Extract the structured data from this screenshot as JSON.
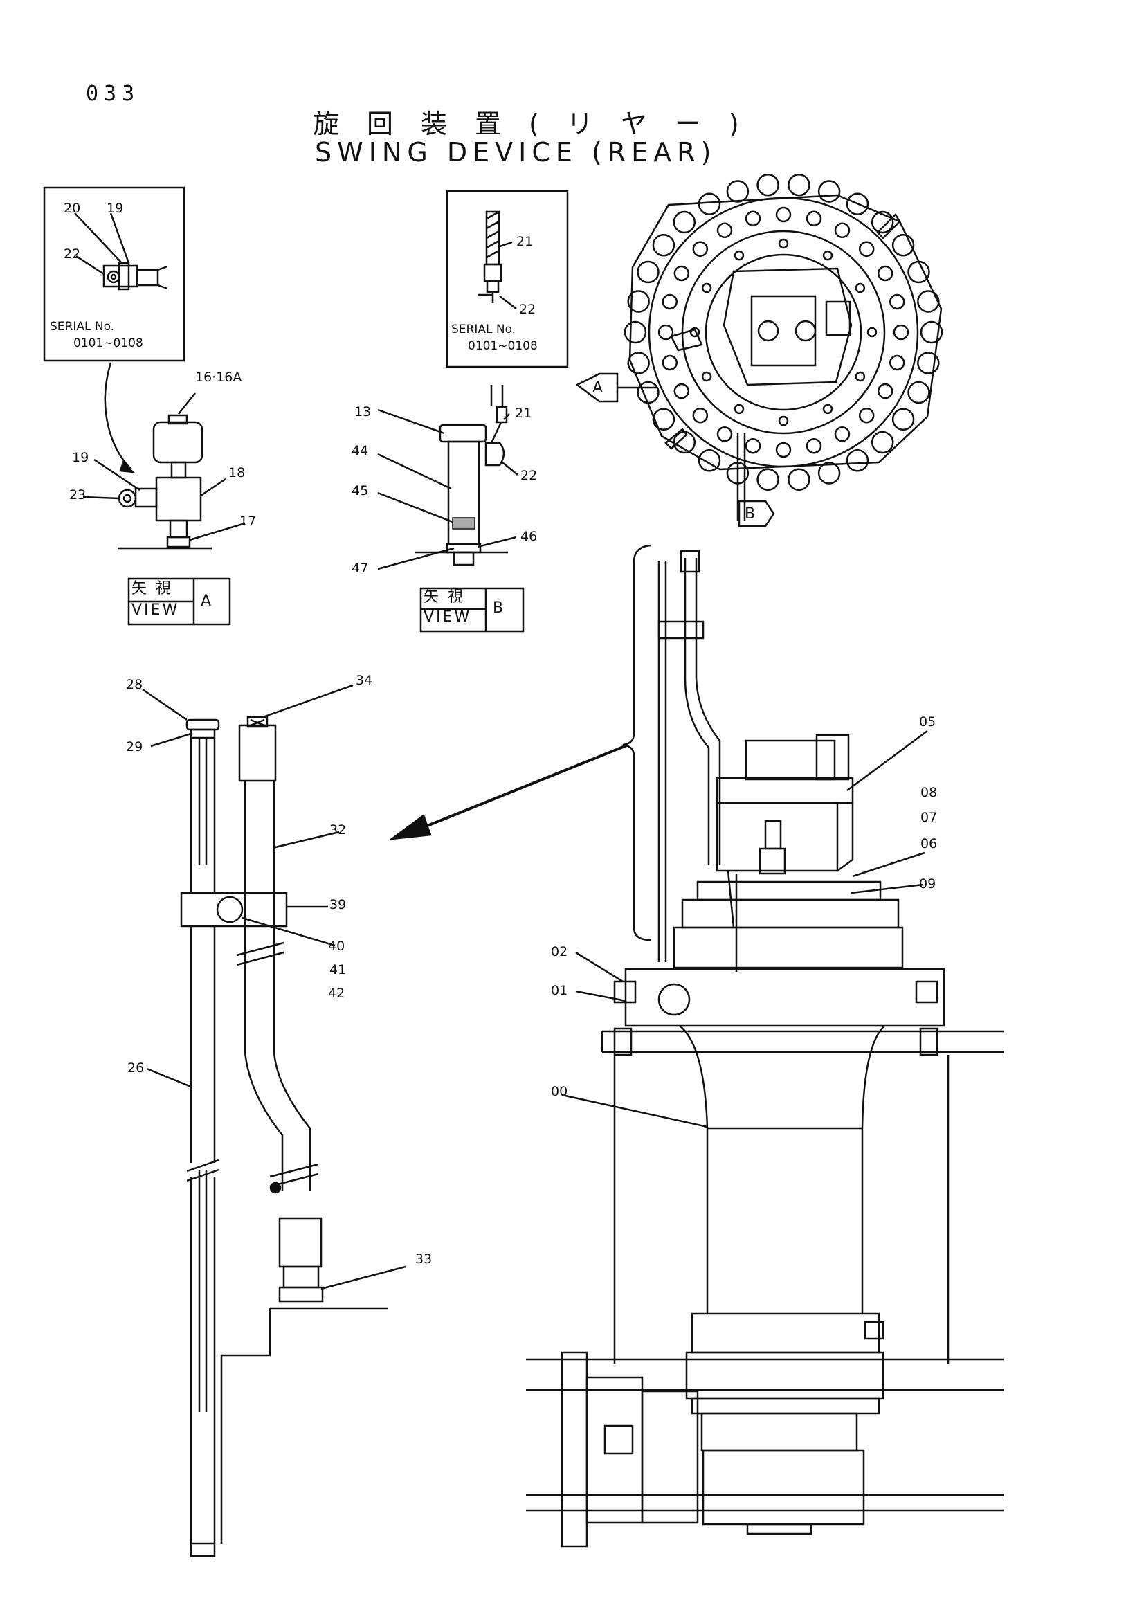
{
  "header": {
    "page_no": "033",
    "title_jp": "旋回装置(リヤー)",
    "title_en": "SWING DEVICE (REAR)"
  },
  "inset_a": {
    "serial_line1": "SERIAL No.",
    "serial_line2": "0101~0108"
  },
  "inset_b": {
    "serial_line1": "SERIAL No.",
    "serial_line2": "0101~0108"
  },
  "views": {
    "a": {
      "jp": "矢 視",
      "en": "VIEW",
      "letter": "A"
    },
    "b": {
      "jp": "矢 視",
      "en": "VIEW",
      "letter": "B"
    }
  },
  "arrows": {
    "a": "A",
    "b": "B"
  },
  "callouts": {
    "c20": "20",
    "c19_top": "19",
    "c22_top": "22",
    "c16": "16·16A",
    "c19": "19",
    "c23": "23",
    "c18": "18",
    "c17": "17",
    "c21_top": "21",
    "c22_b_top": "22",
    "c13": "13",
    "c21": "21",
    "c44": "44",
    "c22_b": "22",
    "c45": "45",
    "c46": "46",
    "c47": "47",
    "c28": "28",
    "c29": "29",
    "c34": "34",
    "c32": "32",
    "c39": "39",
    "c40": "40",
    "c41": "41",
    "c42": "42",
    "c26": "26",
    "c33": "33",
    "c05": "05",
    "c08": "08",
    "c07": "07",
    "c06": "06",
    "c09": "09",
    "c02": "02",
    "c01": "01",
    "c00": "00"
  }
}
